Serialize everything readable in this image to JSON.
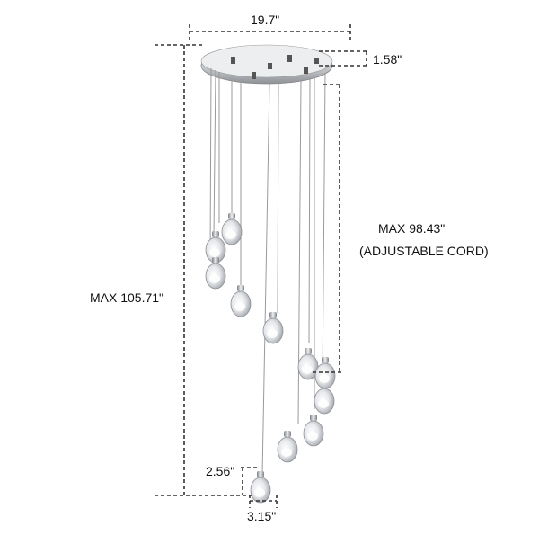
{
  "product": {
    "name": "chandelier-pendant-light",
    "pendant_count": 11,
    "finish_color": "#c9ccd0",
    "glass_color": "#e7e9ec"
  },
  "dimensions": {
    "canopy_width": "19.7\"",
    "canopy_height": "1.58\"",
    "max_height": "MAX 105.71\"",
    "max_cord": "MAX 98.43\"",
    "cord_note": "(ADJUSTABLE CORD)",
    "globe_height": "2.56\"",
    "globe_width": "3.15\""
  }
}
